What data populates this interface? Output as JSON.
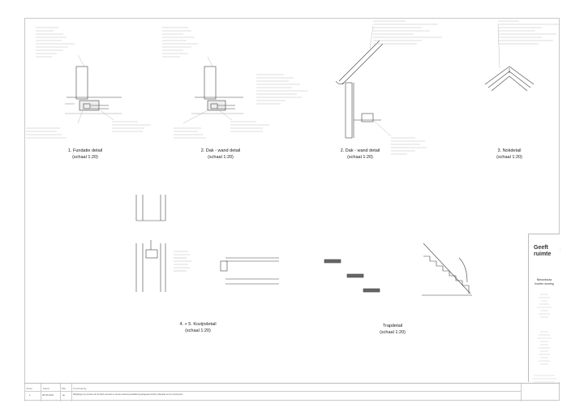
{
  "details": [
    {
      "title": "1. Fundatie detail",
      "scale": "(schaal 1:20)"
    },
    {
      "title": "2. Dak - wand detail",
      "scale": "(schaal 1:20)"
    },
    {
      "title": "2. Dak - wand detail",
      "scale": "(schaal 1:20)"
    },
    {
      "title": "3. Nokdetail",
      "scale": "(schaal 1:20)"
    },
    {
      "title": "4. + 5. Kozijndetail",
      "scale": "(schaal 1:20)"
    },
    {
      "title": "Trapdetail",
      "scale": "(schaal 1:20)"
    }
  ],
  "titleblock": {
    "logo_line1": "Geeft",
    "logo_line2": "ruimte",
    "project_line1": "Nieuwbouw",
    "project_line2": "houten woning"
  },
  "revision": {
    "headers": {
      "version": "Versie",
      "date": "Datum",
      "by": "Wat",
      "description": "Omschrijving"
    },
    "row": {
      "version": "1",
      "date": "28.03.2024",
      "by": "ae",
      "description": "Wijzigingen op verzoek van de klant verwerkt en nieuwe uitvoering detaillering aangepast conform afspraak met de constructeur"
    }
  },
  "colors": {
    "line": "#444444",
    "hatch": "#999999",
    "logo_accent": "#c8a27a"
  },
  "icons": [
    "geeft-ruimte-logo-icon"
  ]
}
